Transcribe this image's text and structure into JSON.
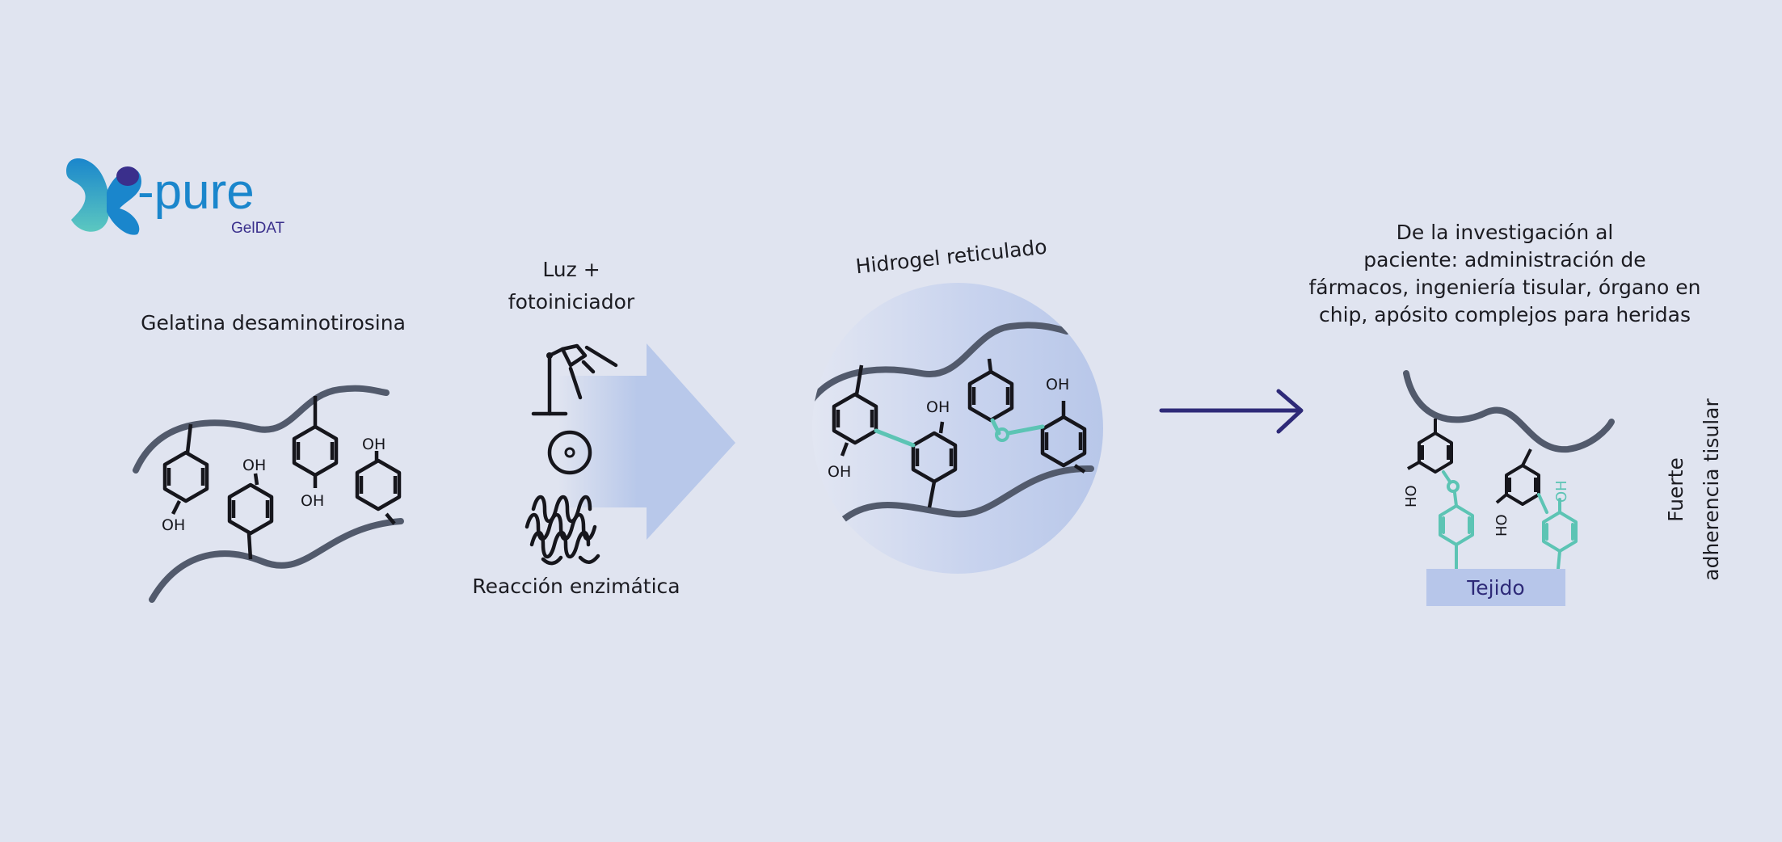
{
  "logo": {
    "wordmark": "-pure",
    "sub": "GelDAT"
  },
  "labels": {
    "gelatin": "Gelatina desaminotirosina",
    "light_line1": "Luz +",
    "light_line2": "fotoiniciador",
    "enzymatic": "Reacción enzimática",
    "crosslinked": "Hidrogel reticulado",
    "patient_line1": "De la investigación al",
    "patient_line2": "paciente: administración de",
    "patient_line3": "fármacos, ingeniería tisular, órgano en",
    "patient_line4": "chip, apósito complejos para heridas",
    "tissue": "Tejido",
    "adhesion_line1": "Fuerte",
    "adhesion_line2": "adherencia tisular",
    "oh": "OH",
    "ho": "HO"
  },
  "colors": {
    "background": "#e0e4f0",
    "polymer": "#525a6c",
    "molecule": "#16161c",
    "bond_teal": "#5cc4b4",
    "arrow_fill": "#b8c8ea",
    "arrow_dark": "#2e2a78",
    "tissue_fill": "#b7c6ea",
    "tissue_text": "#2e2a78",
    "logo_blue": "#1a86cc",
    "logo_purple": "#3a2f8c"
  },
  "icons": [
    "lamp-icon",
    "photoinitiator-icon",
    "enzyme-icon"
  ]
}
